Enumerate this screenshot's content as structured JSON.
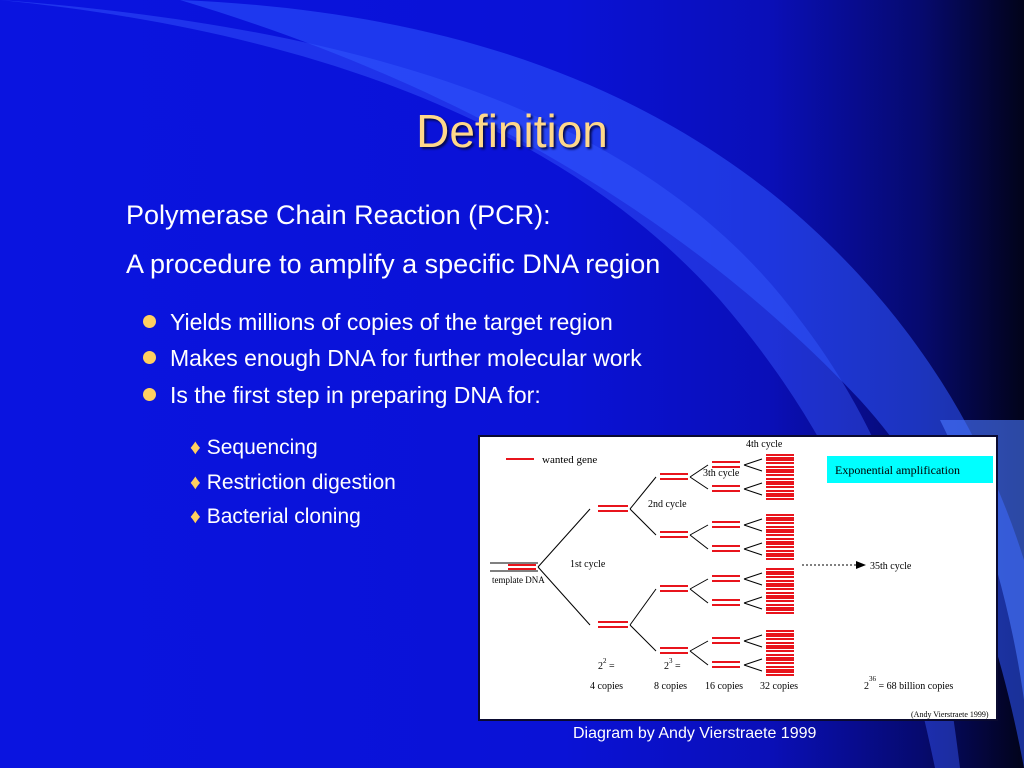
{
  "slide": {
    "title": "Definition",
    "intro_line1": "Polymerase Chain Reaction (PCR):",
    "intro_line2": "A procedure to amplify a specific DNA region",
    "bullets": [
      "Yields millions of copies of the target region",
      "Makes enough DNA for further molecular work",
      "Is the first step in preparing DNA for:"
    ],
    "sub_bullets": [
      "Sequencing",
      "Restriction digestion",
      "Bacterial cloning"
    ],
    "credit": "Diagram by Andy Vierstraete 1999"
  },
  "diagram": {
    "legend": "wanted gene",
    "template_label": "template DNA",
    "cycle_labels": [
      "1st cycle",
      "2nd cycle",
      "3th cycle",
      "4th cycle"
    ],
    "final_cycle": "35th cycle",
    "badge": "Exponential amplification",
    "formulas": [
      {
        "base": "2",
        "exp": "2",
        "suffix": " =",
        "copies": "4 copies"
      },
      {
        "base": "2",
        "exp": "3",
        "suffix": " =",
        "copies": "8 copies"
      }
    ],
    "copies_16": "16 copies",
    "copies_32": "32 copies",
    "final_formula": {
      "base": "2",
      "exp": "36",
      "suffix": " = 68 billion copies"
    },
    "author": "(Andy Vierstraete 1999)"
  },
  "colors": {
    "title": "#ffd88a",
    "bullet": "#ffd060",
    "dna_red": "#e8141c",
    "badge_bg": "#00ffff"
  }
}
